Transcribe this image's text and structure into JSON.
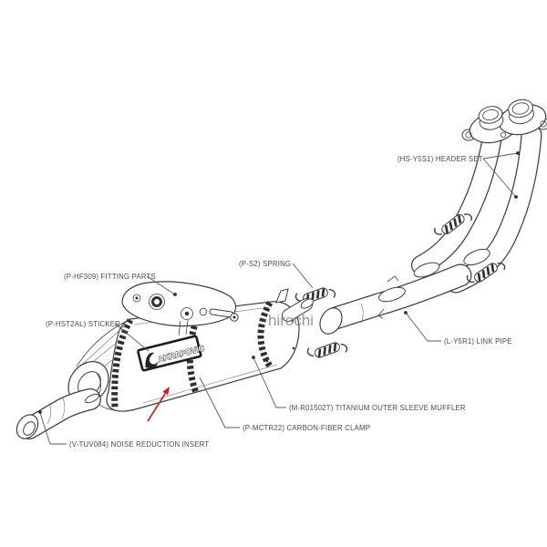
{
  "diagram": {
    "type": "exploded-parts-diagram",
    "subject": "Akrapovic motorcycle exhaust system",
    "watermark": "hirochi",
    "sticker_brand": "AKRAPOVIC",
    "colors": {
      "line": "#3f3f3f",
      "label": "#4a4a4a",
      "arrow": "#c62828",
      "watermark": "#7f7f7f",
      "background": "#ffffff"
    },
    "labels": [
      {
        "id": "header-set",
        "code": "(HS-Y5S1)",
        "part": "HEADER SET",
        "text": "(HS-Y5S1)  HEADER SET"
      },
      {
        "id": "spring",
        "code": "(P-S2)",
        "part": "SPRING",
        "text": "(P-S2)  SPRING"
      },
      {
        "id": "fitting-parts",
        "code": "(P-HF309)",
        "part": "FITTING PARTS",
        "text": "(P-HF309)  FITTING PARTS"
      },
      {
        "id": "sticker",
        "code": "(P-HST2AL)",
        "part": "STICKER",
        "text": "(P-HST2AL)  STICKER"
      },
      {
        "id": "link-pipe",
        "code": "(L-Y5R1)",
        "part": "LINK PIPE",
        "text": "(L-Y5R1)  LINK PIPE"
      },
      {
        "id": "muffler",
        "code": "(M-R01502T)",
        "part": "TITANIUM OUTER SLEEVE MUFFLER",
        "text": "(M-R01502T)  TITANIUM OUTER SLEEVE MUFFLER"
      },
      {
        "id": "clamp",
        "code": "(P-MCTR22)",
        "part": "CARBON-FIBER CLAMP",
        "text": "(P-MCTR22)  CARBON-FIBER CLAMP"
      },
      {
        "id": "insert",
        "code": "(V-TUV084)",
        "part": "NOISE REDUCTION INSERT",
        "text": "(V-TUV084)  NOISE REDUCTION INSERT"
      }
    ]
  }
}
